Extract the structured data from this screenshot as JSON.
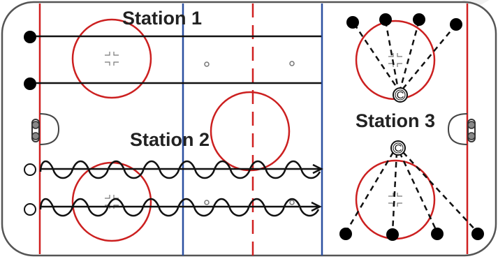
{
  "diagram": {
    "stations": [
      {
        "label": "Station 1"
      },
      {
        "label": "Station 2"
      },
      {
        "label": "Station 3"
      }
    ],
    "coach_marker": "C",
    "colors": {
      "board": "#555555",
      "goal_line": "#d02020",
      "blue_line": "#2a4fa0",
      "circle": "#cc2020",
      "path": "#111111",
      "player": "#000000",
      "watermark": "#e0e0e0"
    }
  }
}
